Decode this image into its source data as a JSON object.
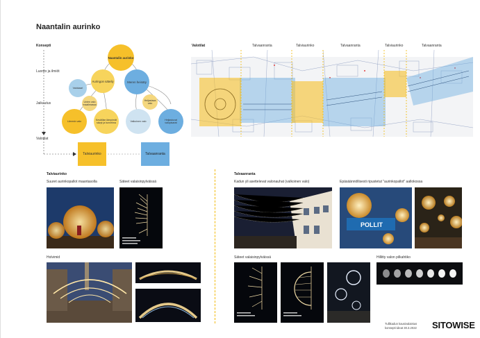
{
  "header": {
    "title": "Naantalin aurinko"
  },
  "concept": {
    "heading": "Konsepti",
    "rows": [
      "Luonto ja ilmiöt",
      "Jaikautus",
      "Valotilat"
    ],
    "nodes": {
      "center": "Naantalin aurinko",
      "left": "Auringon säteily",
      "right": "Meren heinäty",
      "far_left": "Valokaari",
      "mid_left": "Unien valo maailmassa",
      "mid_right": "Heijastava valo",
      "bottom_left": "Lämmin valo",
      "bottom_mid": "Kesäillan lämpimät sävyt ja tunnelma",
      "bottom_right1": "Valkoinen valo",
      "bottom_right2": "Heijastuvat valopisarat"
    },
    "box_left": "Talviaurinko",
    "box_right": "Talvaanranta"
  },
  "valotilat": {
    "heading": "Valotilat",
    "labels": [
      "Talvaanranta",
      "Talviaurinko",
      "Talvaanranta",
      "Talviaurinko",
      "Talvaanranta"
    ]
  },
  "talviaurinko": {
    "heading": "Talviaurinko",
    "caption1": "Suuret aurinkopallot maantasolla",
    "caption2": "Säteet valaisinpylväissä",
    "caption3": "Holvimid"
  },
  "talvaanranta": {
    "heading": "Talvaanranta",
    "caption1": "Kadun yli asettelevat valonauhat (valkoinen valo)",
    "caption2": "Epäsäännöllisesti ripustetut \"aurinkopallot\" aallokossa",
    "caption3": "Säteet valaisinpylväissä",
    "caption4": "Hillitty valon pilkahtiko",
    "sign_text": "POLLIT"
  },
  "footer": {
    "line1": "Tullikadun kausivalaistus",
    "line2": "konsepti-ideat 30.3.2022",
    "logo": "SITOWISE"
  },
  "colors": {
    "accent_yellow": "#f6c02a",
    "accent_blue": "#6daee0"
  }
}
